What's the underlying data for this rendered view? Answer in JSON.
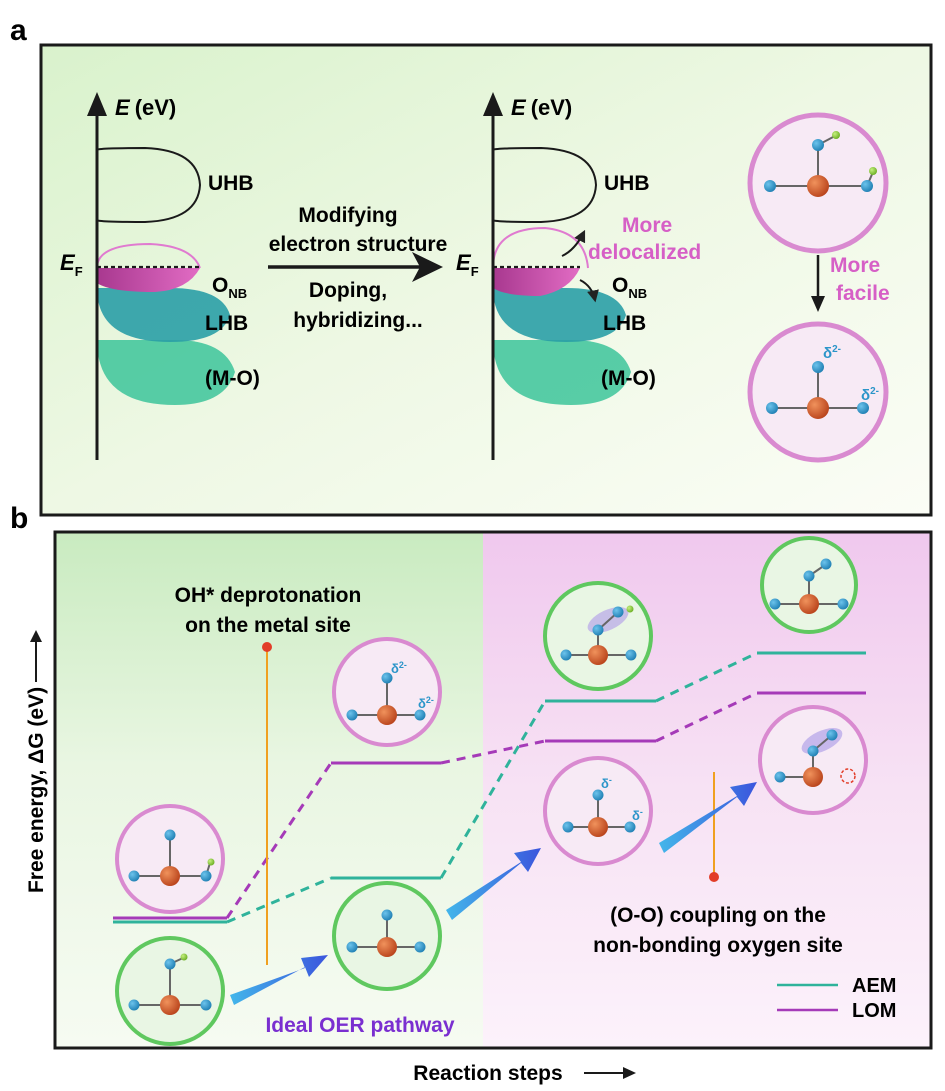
{
  "panel_a": {
    "label": "a",
    "energy_axis": {
      "symbol": "E",
      "unit": "(eV)"
    },
    "fermi": {
      "symbol": "E",
      "subscript": "F"
    },
    "bands": {
      "uhb": "UHB",
      "onb_main": "O",
      "onb_sub": "NB",
      "lhb": "LHB",
      "mo": "(M-O)"
    },
    "arrow_top": [
      "Modifying",
      "electron structure"
    ],
    "arrow_bottom": [
      "Doping,",
      "hybridizing..."
    ],
    "more_delocalized": [
      "More",
      "delocalized"
    ],
    "more_facile": [
      "More",
      "facile"
    ],
    "delta_label": "δ",
    "delta_charge": "2-"
  },
  "panel_b": {
    "label": "b",
    "y_axis_label": "Free energy, ΔG (eV)",
    "x_axis_label": "Reaction steps",
    "oh_annotation": [
      "OH* deprotonation",
      "on the metal site"
    ],
    "oo_annotation": [
      "(O-O) coupling on the",
      "non-bonding oxygen site"
    ],
    "ideal_pathway": "Ideal OER pathway",
    "delta_label": "δ",
    "delta_charge_2": "2-",
    "delta_charge_1": "-",
    "legend": [
      {
        "name": "AEM",
        "color": "#2fb39b"
      },
      {
        "name": "LOM",
        "color": "#a53ab8"
      }
    ]
  },
  "colors": {
    "aem": "#2fb39b",
    "lom": "#a53ab8",
    "pink_text": "#d65fc6",
    "ideal_text": "#7a2fd0",
    "metal_atom": "#d35a2a",
    "oxygen_atom": "#2b95c9",
    "hydrogen_atom": "#8fcf3a"
  }
}
